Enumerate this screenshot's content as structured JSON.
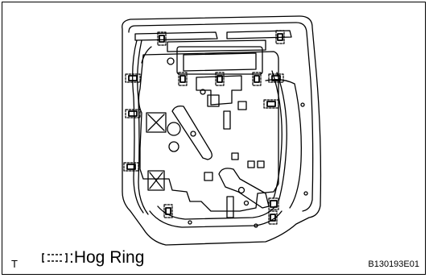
{
  "figure": {
    "legend_label": ":Hog Ring",
    "corner_mark": "T",
    "figure_id": "B130193E01"
  },
  "icons": {
    "hog_ring": "hog-ring-symbol"
  },
  "colors": {
    "line": "#000000",
    "background": "#ffffff"
  }
}
